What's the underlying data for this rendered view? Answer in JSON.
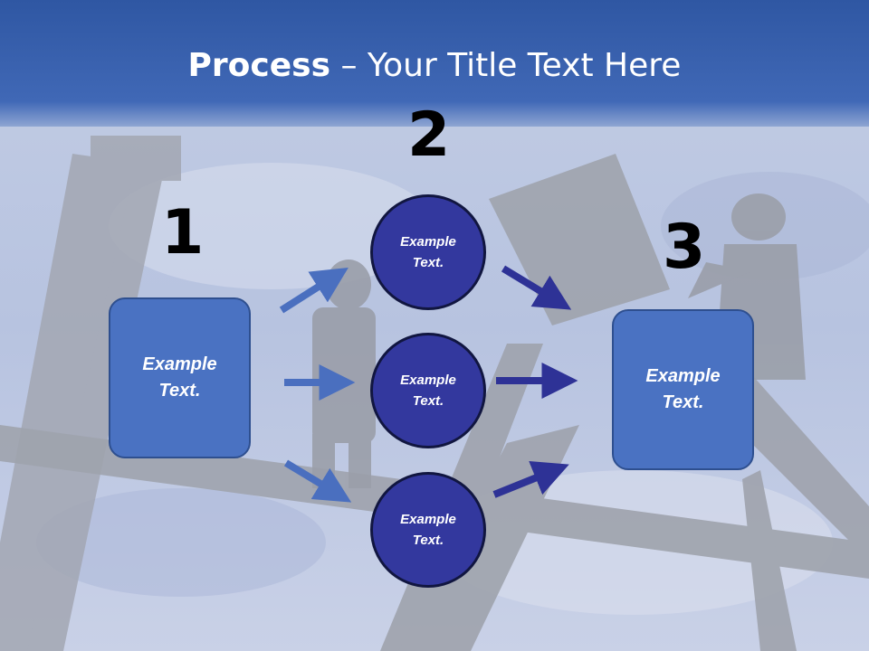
{
  "title": {
    "bold": "Process",
    "rest": " – Your Title Text Here"
  },
  "steps": [
    {
      "number": "1",
      "text": "Example Text."
    },
    {
      "number": "2",
      "items": [
        "Example Text.",
        "Example Text.",
        "Example Text."
      ]
    },
    {
      "number": "3",
      "text": "Example Text."
    }
  ],
  "colors": {
    "header": "#3e63ad",
    "box": "#4a72c2",
    "circle": "#33389e",
    "arrow_left": "#4a6fbf",
    "arrow_right": "#2e3296"
  }
}
